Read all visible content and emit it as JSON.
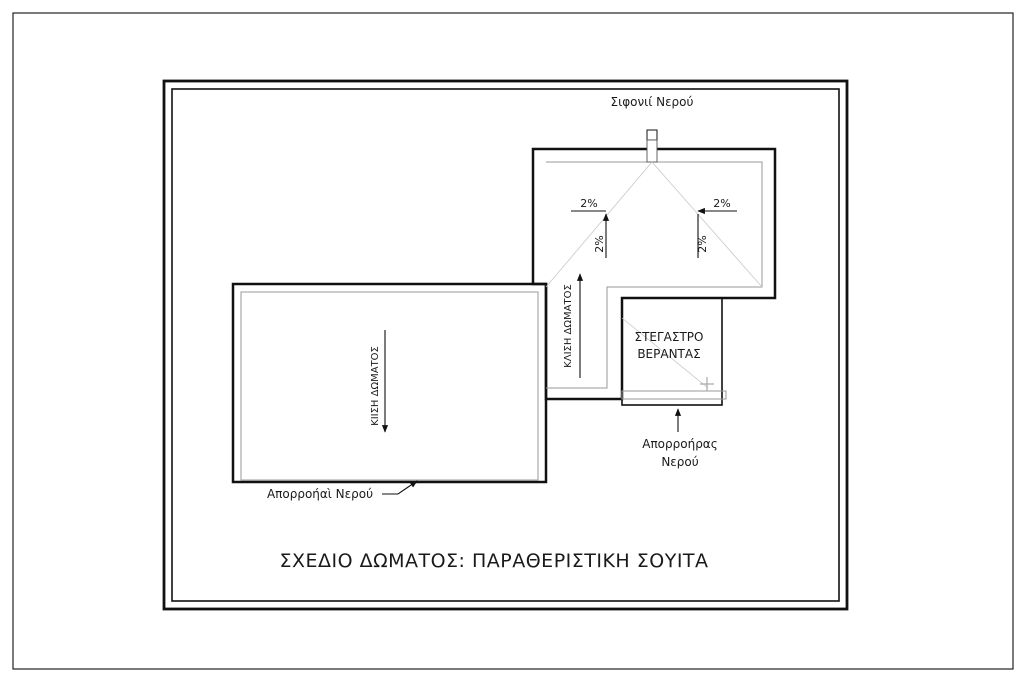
{
  "drawing": {
    "title": "ΣΧΕΔΙΟ ΔΩΜΑΤΟΣ: ΠΑΡΑΘΕΡΙΣΤΙΚΗ ΣΟΥΙΤΑ",
    "siphon_label": "Σιφονιί Νερού",
    "slope_label": "2%",
    "roof_slope_main": "ΚΙΙΣΗ ΔΩΜΑΤΟΣ",
    "roof_slope_upper": "ΚΛΙΣΗ ΔΩΜΑΤΟΣ",
    "canopy_line1": "ΣΤΕΓΑΣΤΡΟ",
    "canopy_line2": "ΒΕΡΑΝΤΑΣ",
    "gutter_label": "Απορροήαὶ Νερού",
    "drain_line1": "Απορροήρας",
    "drain_line2": "Νερού"
  },
  "colors": {
    "ink": "#111111",
    "thin_line": "#9a9a9a",
    "hair_line": "#c8c8c8",
    "paper": "#ffffff"
  }
}
